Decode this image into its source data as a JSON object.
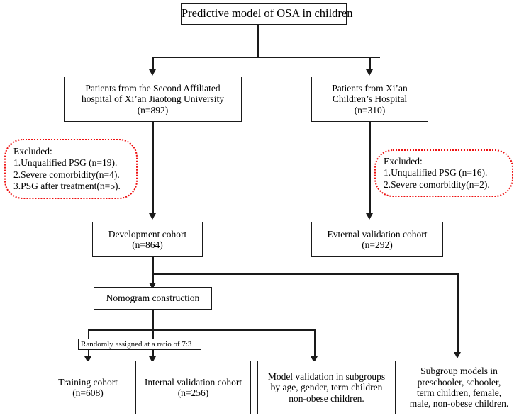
{
  "diagram": {
    "title_box": {
      "lines": [
        "Predictive model of OSA in children"
      ]
    },
    "source_left": {
      "lines": [
        "Patients from the Second Affiliated",
        "hospital of  Xi’an Jiaotong University",
        "(n=892)"
      ]
    },
    "source_right": {
      "lines": [
        "Patients from Xi’an",
        "Children’s Hospital",
        "(n=310)"
      ]
    },
    "excluded_left": {
      "lines": [
        "Excluded:",
        "1.Unqualified PSG (n=19).",
        "2.Severe comorbidity(n=4).",
        "3.PSG after treatment(n=5)."
      ]
    },
    "excluded_right": {
      "lines": [
        "Excluded:",
        "1.Unqualified PSG (n=16).",
        "2.Severe comorbidity(n=2)."
      ]
    },
    "development_cohort": {
      "lines": [
        "Development cohort",
        "(n=864)"
      ]
    },
    "external_cohort": {
      "lines": [
        "Evternal validation cohort",
        "(n=292)"
      ]
    },
    "nomogram": {
      "lines": [
        "Nomogram construction"
      ]
    },
    "random_split_label": {
      "text": "Randomly assigned at a ratio of 7:3"
    },
    "training_cohort": {
      "lines": [
        "Training cohort",
        "(n=608)"
      ]
    },
    "internal_cohort": {
      "lines": [
        "Internal validation cohort",
        "(n=256)"
      ]
    },
    "model_validation": {
      "lines": [
        "Model validation in subgroups",
        "by age, gender, term children",
        "non-obese children."
      ]
    },
    "subgroup_models": {
      "lines": [
        "Subgroup models in",
        "preschooler, schooler,",
        "term children, female,",
        "male, non-obese children."
      ]
    },
    "colors": {
      "stroke": "#1a1a1a",
      "exclusion_border": "#ee1111",
      "background": "#ffffff"
    }
  }
}
